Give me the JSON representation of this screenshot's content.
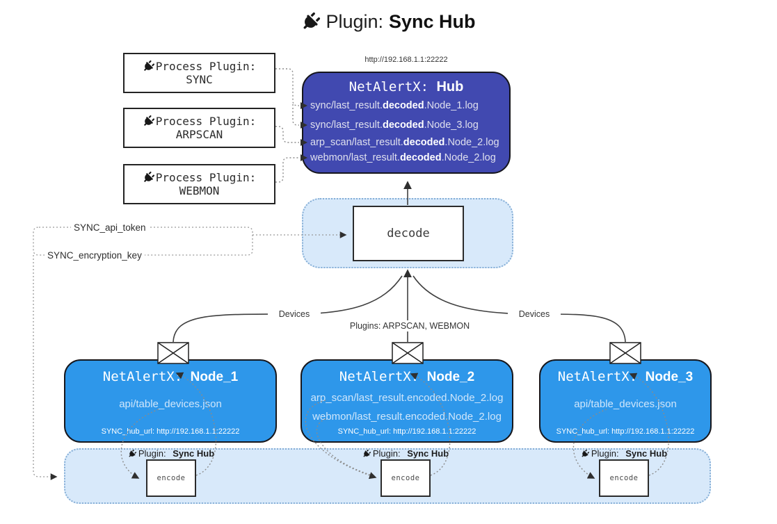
{
  "title": {
    "prefix": "Plugin:",
    "name": "Sync Hub"
  },
  "hub": {
    "url": "http://192.168.1.1:22222",
    "title_prefix": "NetAlertX:",
    "title_name": "Hub",
    "items": [
      {
        "pre": "sync/last_result.",
        "bold": "decoded",
        "post": ".Node_1.log"
      },
      {
        "pre": "sync/last_result.",
        "bold": "decoded",
        "post": ".Node_3.log"
      },
      {
        "pre": "arp_scan/last_result.",
        "bold": "decoded",
        "post": ".Node_2.log"
      },
      {
        "pre": "webmon/last_result.",
        "bold": "decoded",
        "post": ".Node_2.log"
      }
    ]
  },
  "process_plugins": [
    {
      "label": "Process Plugin:",
      "name": "SYNC"
    },
    {
      "label": "Process Plugin:",
      "name": "ARPSCAN"
    },
    {
      "label": "Process Plugin:",
      "name": "WEBMON"
    }
  ],
  "decode": {
    "label": "decode"
  },
  "settings": {
    "api_token": "SYNC_api_token",
    "encryption_key": "SYNC_encryption_key"
  },
  "edge_labels": {
    "devices_left": "Devices",
    "plugins_center": "Plugins: ARPSCAN, WEBMON",
    "devices_right": "Devices"
  },
  "nodes": [
    {
      "title_prefix": "NetAlertX:",
      "title_name": "Node_1",
      "files": [
        "api/table_devices.json"
      ],
      "hub_url": "SYNC_hub_url: http://192.168.1.1:22222"
    },
    {
      "title_prefix": "NetAlertX:",
      "title_name": "Node_2",
      "files": [
        "arp_scan/last_result.encoded.Node_2.log",
        "webmon/last_result.encoded.Node_2.log"
      ],
      "hub_url": "SYNC_hub_url: http://192.168.1.1:22222"
    },
    {
      "title_prefix": "NetAlertX:",
      "title_name": "Node_3",
      "files": [
        "api/table_devices.json"
      ],
      "hub_url": "SYNC_hub_url: http://192.168.1.1:22222"
    }
  ],
  "encoders": [
    {
      "plugin_prefix": "Plugin:",
      "plugin_name": "Sync Hub",
      "label": "encode"
    },
    {
      "plugin_prefix": "Plugin:",
      "plugin_name": "Sync Hub",
      "label": "encode"
    },
    {
      "plugin_prefix": "Plugin:",
      "plugin_name": "Sync Hub",
      "label": "encode"
    }
  ],
  "colors": {
    "hub_fill": "#4149b0",
    "node_fill": "#2e97ea",
    "container_fill": "#d8e9fa",
    "container_border": "#85aed6"
  }
}
